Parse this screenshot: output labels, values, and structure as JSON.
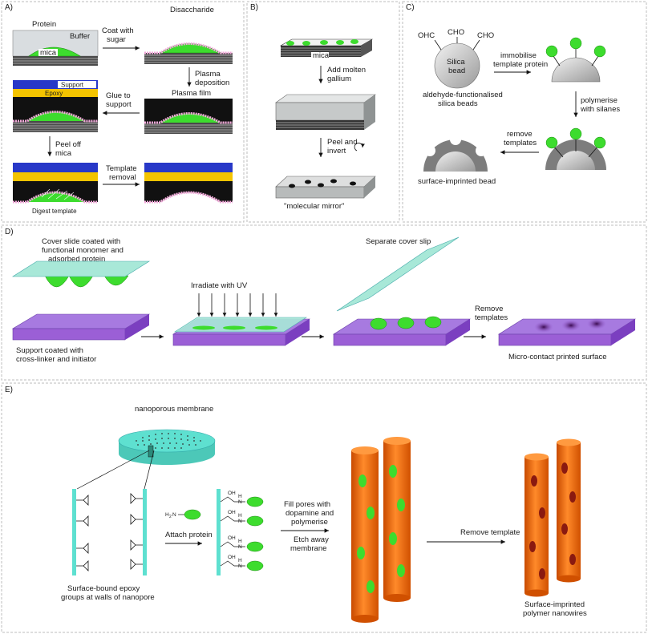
{
  "panels": {
    "A": {
      "letter": "A)",
      "protein": "Protein",
      "buffer": "Buffer",
      "mica": "mica",
      "coat1": "Coat with",
      "coat2": "sugar",
      "disaccharide": "Disaccharide",
      "plasma1": "Plasma",
      "plasma2": "deposition",
      "plasma_film": "Plasma film",
      "support": "Support",
      "epoxy": "Epoxy",
      "glue1": "Glue to",
      "glue2": "support",
      "peel1": "Peel off",
      "peel2": "mica",
      "template1": "Template",
      "template2": "removal",
      "digest": "Digest template"
    },
    "B": {
      "letter": "B)",
      "mica": "mica",
      "gallium1": "Add molten",
      "gallium2": "gallium",
      "peel1": "Peel and",
      "peel2": "invert",
      "mirror": "\"molecular mirror\""
    },
    "C": {
      "letter": "C)",
      "cho_left": "OHC",
      "cho_mid": "CHO",
      "cho_right": "CHO",
      "bead1": "Silica",
      "bead2": "bead",
      "immob1": "immobilise",
      "immob2": "template protein",
      "aldehyde1": "aldehyde-functionalised",
      "aldehyde2": "silica beads",
      "poly1": "polymerise",
      "poly2": "with silanes",
      "remove1": "remove",
      "remove2": "templates",
      "imprinted": "surface-imprinted bead"
    },
    "D": {
      "letter": "D)",
      "cover1": "Cover slide coated with",
      "cover2": "functional monomer and",
      "cover3": "adsorbed protein",
      "uv": "Irradiate with UV",
      "separate": "Separate cover slip",
      "remove1": "Remove",
      "remove2": "templates",
      "support1": "Support coated with",
      "support2": "cross-linker and initiator",
      "micro": "Micro-contact printed surface"
    },
    "E": {
      "letter": "E)",
      "membrane": "nanoporous membrane",
      "h2n": "H",
      "h2n_sub": "2",
      "h2n_n": "N",
      "attach": "Attach protein",
      "oh": "OH",
      "h": "H",
      "n": "N",
      "fill1": "Fill pores with",
      "fill2": "dopamine and",
      "fill3": "polymerise",
      "etch1": "Etch away",
      "etch2": "membrane",
      "remove": "Remove template",
      "epoxy1": "Surface-bound epoxy",
      "epoxy2": "groups at walls of nanopore",
      "nano1": "Surface-imprinted",
      "nano2": "polymer nanowires"
    }
  },
  "colors": {
    "protein": "#3ddc2e",
    "mica": "#4a4a4a",
    "buffer": "#d9dde0",
    "sugar": "#f0a8d8",
    "support": "#2838c8",
    "epoxy": "#f4c400",
    "black": "#111111",
    "purple": "#9b5fd6",
    "cover": "#a8e8d8",
    "silica": "#c8c8c8",
    "polymer": "#808080",
    "cyan": "#5ee0d0",
    "orange": "#f26a10",
    "dark_red": "#8a1a10"
  }
}
